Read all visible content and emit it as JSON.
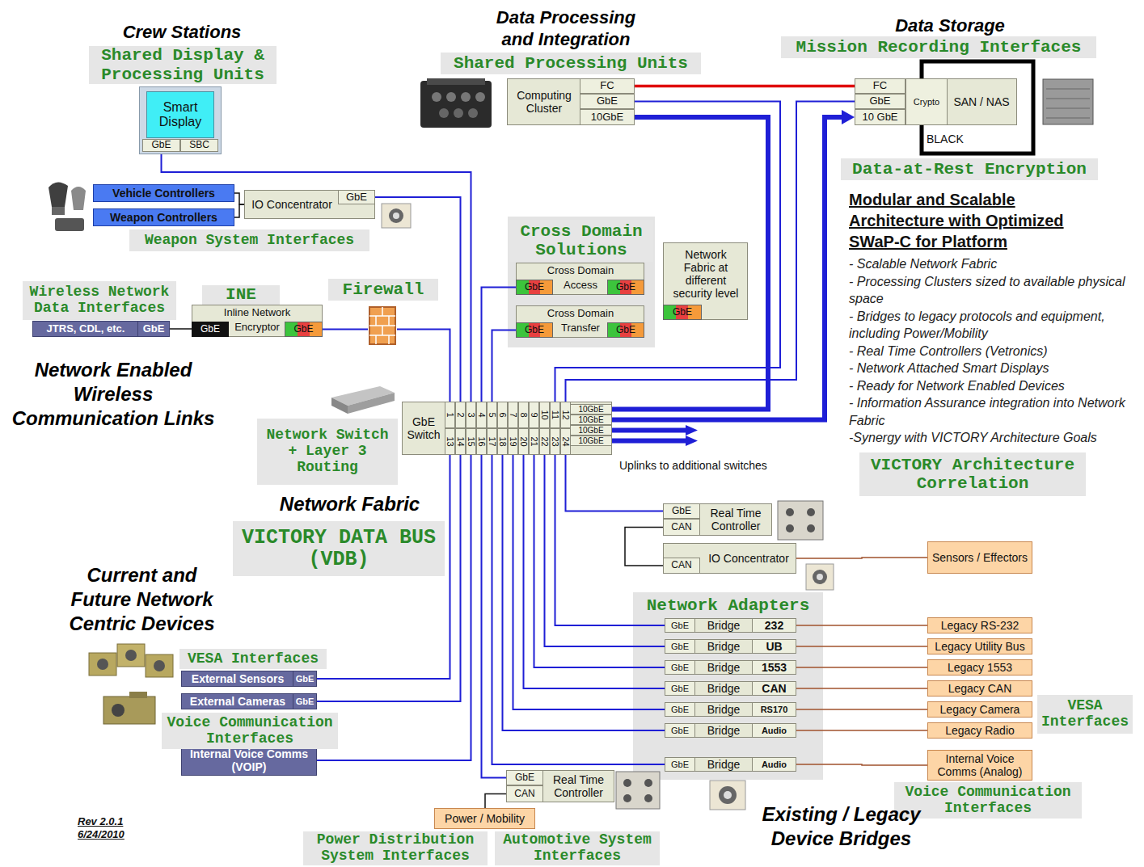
{
  "diagram": {
    "nodes": [
      {
        "text": [
          "Smart Display"
        ]
      },
      {
        "text": [
          "GbE"
        ],
        "in": 0
      },
      {
        "text": [
          "SBC"
        ],
        "in": 0
      },
      {
        "text": [
          "Vehicle Controllers"
        ]
      },
      {
        "text": [
          "Weapon Controllers"
        ]
      },
      {
        "text": [
          "IO Concentrator"
        ]
      },
      {
        "text": [
          "GbE"
        ],
        "in": 5
      },
      {
        "text": [
          "Computing Cluster"
        ]
      },
      {
        "text": [
          "FC"
        ],
        "in": 7
      },
      {
        "text": [
          "GbE"
        ],
        "in": 7
      },
      {
        "text": [
          "10GbE"
        ],
        "in": 7
      },
      {
        "text": [
          "SAN / NAS"
        ]
      },
      {
        "text": [
          "FC"
        ],
        "in": 11
      },
      {
        "text": [
          "GbE"
        ],
        "in": 11
      },
      {
        "text": [
          "10 GbE"
        ],
        "in": 11
      },
      {
        "text": [
          "Crypto"
        ],
        "in": 11
      },
      {
        "text": [
          "JTRS, CDL, etc."
        ]
      },
      {
        "text": [
          "GbE"
        ],
        "in": 16
      },
      {
        "text": [
          "Inline Network Encryptor"
        ]
      },
      {
        "text": [
          "GbE"
        ],
        "in": 18
      },
      {
        "text": [
          "GbE"
        ],
        "in": 18
      },
      {
        "text": [
          "Firewall"
        ]
      },
      {
        "text": [
          "Cross Domain Access"
        ]
      },
      {
        "text": [
          "GbE"
        ],
        "in": 22
      },
      {
        "text": [
          "GbE"
        ],
        "in": 22
      },
      {
        "text": [
          "Cross Domain Transfer"
        ]
      },
      {
        "text": [
          "GbE"
        ],
        "in": 25
      },
      {
        "text": [
          "GbE"
        ],
        "in": 25
      },
      {
        "text": [
          "Network Fabric at different security level"
        ]
      },
      {
        "text": [
          "GbE"
        ],
        "in": 28
      },
      {
        "text": [
          "GbE Switch"
        ]
      },
      {
        "text": [
          "1"
        ],
        "in": 30
      },
      {
        "text": [
          "2"
        ],
        "in": 30
      },
      {
        "text": [
          "3"
        ],
        "in": 30
      },
      {
        "text": [
          "4"
        ],
        "in": 30
      },
      {
        "text": [
          "5"
        ],
        "in": 30
      },
      {
        "text": [
          "6"
        ],
        "in": 30
      },
      {
        "text": [
          "7"
        ],
        "in": 30
      },
      {
        "text": [
          "8"
        ],
        "in": 30
      },
      {
        "text": [
          "9"
        ],
        "in": 30
      },
      {
        "text": [
          "10"
        ],
        "in": 30
      },
      {
        "text": [
          "11"
        ],
        "in": 30
      },
      {
        "text": [
          "12"
        ],
        "in": 30
      },
      {
        "text": [
          "13"
        ],
        "in": 30
      },
      {
        "text": [
          "14"
        ],
        "in": 30
      },
      {
        "text": [
          "15"
        ],
        "in": 30
      },
      {
        "text": [
          "16"
        ],
        "in": 30
      },
      {
        "text": [
          "17"
        ],
        "in": 30
      },
      {
        "text": [
          "18"
        ],
        "in": 30
      },
      {
        "text": [
          "19"
        ],
        "in": 30
      },
      {
        "text": [
          "20"
        ],
        "in": 30
      },
      {
        "text": [
          "21"
        ],
        "in": 30
      },
      {
        "text": [
          "22"
        ],
        "in": 30
      },
      {
        "text": [
          "23"
        ],
        "in": 30
      },
      {
        "text": [
          "24"
        ],
        "in": 30
      },
      {
        "text": [
          "10GbE"
        ],
        "in": 30
      },
      {
        "text": [
          "10GbE"
        ],
        "in": 30
      },
      {
        "text": [
          "10GbE"
        ],
        "in": 30
      },
      {
        "text": [
          "10GbE"
        ],
        "in": 30
      },
      {
        "text": [
          "Real Time Controller"
        ]
      },
      {
        "text": [
          "GbE"
        ],
        "in": 59
      },
      {
        "text": [
          "CAN"
        ],
        "in": 59
      },
      {
        "text": [
          "IO Concentrator"
        ]
      },
      {
        "text": [
          "CAN"
        ],
        "in": 62
      },
      {
        "text": [
          "Sensors / Effectors"
        ]
      },
      {
        "text": [
          "Network Adapters"
        ]
      },
      {
        "text": [
          "Bridge"
        ],
        "in": 65
      },
      {
        "text": [
          "GbE"
        ],
        "in": 66
      },
      {
        "text": [
          "232"
        ],
        "in": 66
      },
      {
        "text": [
          "Bridge"
        ],
        "in": 65
      },
      {
        "text": [
          "GbE"
        ],
        "in": 69
      },
      {
        "text": [
          "UB"
        ],
        "in": 69
      },
      {
        "text": [
          "Bridge"
        ],
        "in": 65
      },
      {
        "text": [
          "GbE"
        ],
        "in": 72
      },
      {
        "text": [
          "1553"
        ],
        "in": 72
      },
      {
        "text": [
          "Bridge"
        ],
        "in": 65
      },
      {
        "text": [
          "GbE"
        ],
        "in": 75
      },
      {
        "text": [
          "CAN"
        ],
        "in": 75
      },
      {
        "text": [
          "Bridge"
        ],
        "in": 65
      },
      {
        "text": [
          "GbE"
        ],
        "in": 78
      },
      {
        "text": [
          "RS170"
        ],
        "in": 78
      },
      {
        "text": [
          "Bridge"
        ],
        "in": 65
      },
      {
        "text": [
          "GbE"
        ],
        "in": 81
      },
      {
        "text": [
          "Audio"
        ],
        "in": 81
      },
      {
        "text": [
          "Bridge"
        ],
        "in": 65
      },
      {
        "text": [
          "GbE"
        ],
        "in": 84
      },
      {
        "text": [
          "Audio"
        ],
        "in": 84
      },
      {
        "text": [
          "Legacy RS-232"
        ]
      },
      {
        "text": [
          "Legacy Utility Bus"
        ]
      },
      {
        "text": [
          "Legacy 1553"
        ]
      },
      {
        "text": [
          "Legacy CAN"
        ]
      },
      {
        "text": [
          "Legacy Camera"
        ]
      },
      {
        "text": [
          "Legacy Radio"
        ]
      },
      {
        "text": [
          "Internal Voice Comms (Analog)"
        ]
      },
      {
        "text": [
          "External Sensors"
        ]
      },
      {
        "text": [
          "GbE"
        ],
        "in": 94
      },
      {
        "text": [
          "External Cameras"
        ]
      },
      {
        "text": [
          "GbE"
        ],
        "in": 96
      },
      {
        "text": [
          "Internal Voice Comms (VOIP)"
        ]
      },
      {
        "text": [
          "Real Time Controller"
        ]
      },
      {
        "text": [
          "GbE"
        ],
        "in": 99
      },
      {
        "text": [
          "CAN"
        ],
        "in": 99
      },
      {
        "text": [
          "Power / Mobility"
        ]
      }
    ],
    "edges": [
      {
        "from": 1,
        "to": 33,
        "arrow": "none"
      },
      {
        "from": 3,
        "to": 5,
        "arrow": "none"
      },
      {
        "from": 4,
        "to": 5,
        "arrow": "none"
      },
      {
        "from": 6,
        "to": 32,
        "arrow": "none"
      },
      {
        "from": 8,
        "to": 12,
        "arrow": "none"
      },
      {
        "from": 9,
        "to": 41,
        "arrow": "none"
      },
      {
        "from": 10,
        "to": 55,
        "arrow": "none"
      },
      {
        "from": 56,
        "to": 14,
        "arrow": "to"
      },
      {
        "from": 13,
        "to": 42,
        "arrow": "none"
      },
      {
        "from": 17,
        "to": 19,
        "arrow": "none"
      },
      {
        "from": 20,
        "to": 21,
        "arrow": "none"
      },
      {
        "from": 21,
        "to": 31,
        "arrow": "none"
      },
      {
        "from": 23,
        "to": 34,
        "arrow": "none"
      },
      {
        "from": 26,
        "to": 35,
        "arrow": "none"
      },
      {
        "from": 54,
        "to": 60,
        "arrow": "none"
      },
      {
        "from": 61,
        "to": 63,
        "arrow": "none"
      },
      {
        "from": 62,
        "to": 64,
        "arrow": "none"
      },
      {
        "from": 67,
        "to": 53,
        "arrow": "none"
      },
      {
        "from": 68,
        "to": 87,
        "arrow": "none"
      },
      {
        "from": 70,
        "to": 52,
        "arrow": "none"
      },
      {
        "from": 71,
        "to": 88,
        "arrow": "none"
      },
      {
        "from": 73,
        "to": 51,
        "arrow": "none"
      },
      {
        "from": 74,
        "to": 89,
        "arrow": "none"
      },
      {
        "from": 76,
        "to": 50,
        "arrow": "none"
      },
      {
        "from": 77,
        "to": 90,
        "arrow": "none"
      },
      {
        "from": 79,
        "to": 49,
        "arrow": "none"
      },
      {
        "from": 80,
        "to": 91,
        "arrow": "none"
      },
      {
        "from": 82,
        "to": 48,
        "arrow": "none"
      },
      {
        "from": 83,
        "to": 92,
        "arrow": "none"
      },
      {
        "from": 85,
        "to": 47,
        "arrow": "none"
      },
      {
        "from": 86,
        "to": 93,
        "arrow": "none"
      },
      {
        "from": 95,
        "to": 43,
        "arrow": "none"
      },
      {
        "from": 97,
        "to": 44,
        "arrow": "none"
      },
      {
        "from": 98,
        "to": 45,
        "arrow": "none"
      },
      {
        "from": 100,
        "to": 46,
        "arrow": "none"
      },
      {
        "from": 101,
        "to": 102,
        "arrow": "none"
      }
    ],
    "labels": [
      "Crew Stations",
      "Shared Display & Processing Units",
      "Data Processing and Integration",
      "Shared Processing Units",
      "Data Storage",
      "Mission Recording Interfaces",
      "BLACK",
      "Data-at-Rest Encryption",
      "Modular and Scalable Architecture with Optimized SWaP-C for Platform",
      "- Scalable Network Fabric",
      "- Processing Clusters sized to available physical space",
      "- Bridges to legacy protocols and equipment, including Power/Mobility",
      "- Real Time Controllers (Vetronics)",
      "- Network Attached Smart Displays",
      "- Ready for Network Enabled Devices",
      "- Information Assurance integration into Network Fabric",
      "-Synergy with VICTORY Architecture Goals",
      "VICTORY Architecture Correlation",
      "Weapon System Interfaces",
      "Wireless Network Data Interfaces",
      "INE",
      "Network Enabled Wireless Communication Links",
      "Cross Domain Solutions",
      "Network Switch + Layer 3 Routing",
      "Uplinks to additional switches",
      "Network Fabric",
      "VICTORY DATA BUS (VDB)",
      "Current and Future Network Centric Devices",
      "VESA Interfaces",
      "Voice Communication Interfaces",
      "VESA Interfaces",
      "Voice Communication Interfaces",
      "Existing / Legacy Device Bridges",
      "Power Distribution System Interfaces",
      "Automotive System Interfaces",
      "Rev 2.0.1",
      "6/24/2010"
    ]
  }
}
